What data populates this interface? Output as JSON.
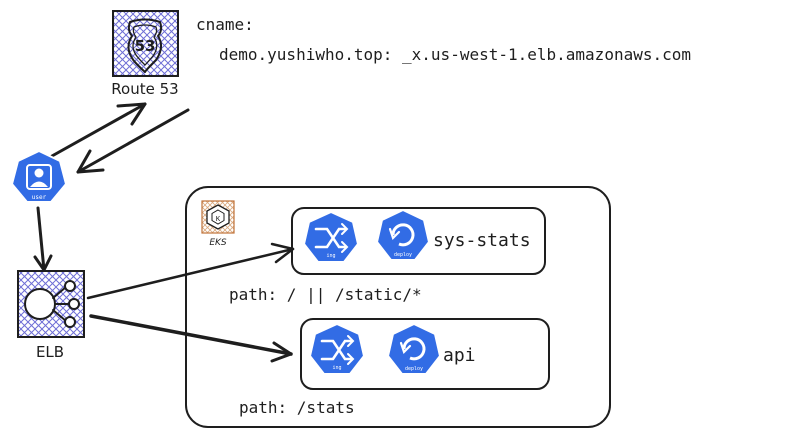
{
  "dns": {
    "service_label": "Route 53",
    "shield_number": "53",
    "record_type": "cname:",
    "record_value": "demo.yushiwho.top: _x.us-west-1.elb.amazonaws.com"
  },
  "user": {
    "icon_label": "user"
  },
  "elb": {
    "label": "ELB"
  },
  "cluster": {
    "label": "EKS",
    "services": [
      {
        "name": "sys-stats",
        "ingress_icon_label": "ing",
        "deploy_icon_label": "deploy",
        "path": "path: / || /static/*"
      },
      {
        "name": "api",
        "ingress_icon_label": "ing",
        "deploy_icon_label": "deploy",
        "path": "path: /stats"
      }
    ]
  },
  "colors": {
    "k8s_blue": "#326ce5",
    "hatch_purple": "#6f6fd6",
    "eks_orange": "#c0733a",
    "line": "#1e1e1e"
  }
}
